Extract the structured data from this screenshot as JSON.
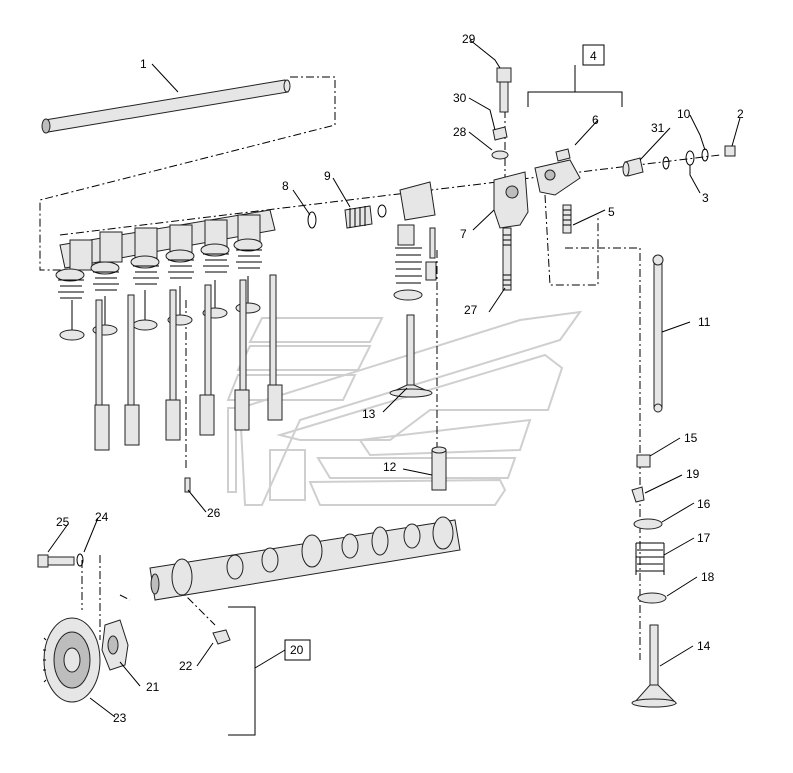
{
  "callouts": [
    "1",
    "2",
    "3",
    "4",
    "5",
    "6",
    "7",
    "8",
    "9",
    "10",
    "11",
    "12",
    "13",
    "14",
    "15",
    "16",
    "17",
    "18",
    "19",
    "20",
    "21",
    "22",
    "23",
    "24",
    "25",
    "26",
    "27",
    "28",
    "29",
    "30",
    "31"
  ],
  "boxed": [
    "4",
    "20"
  ]
}
